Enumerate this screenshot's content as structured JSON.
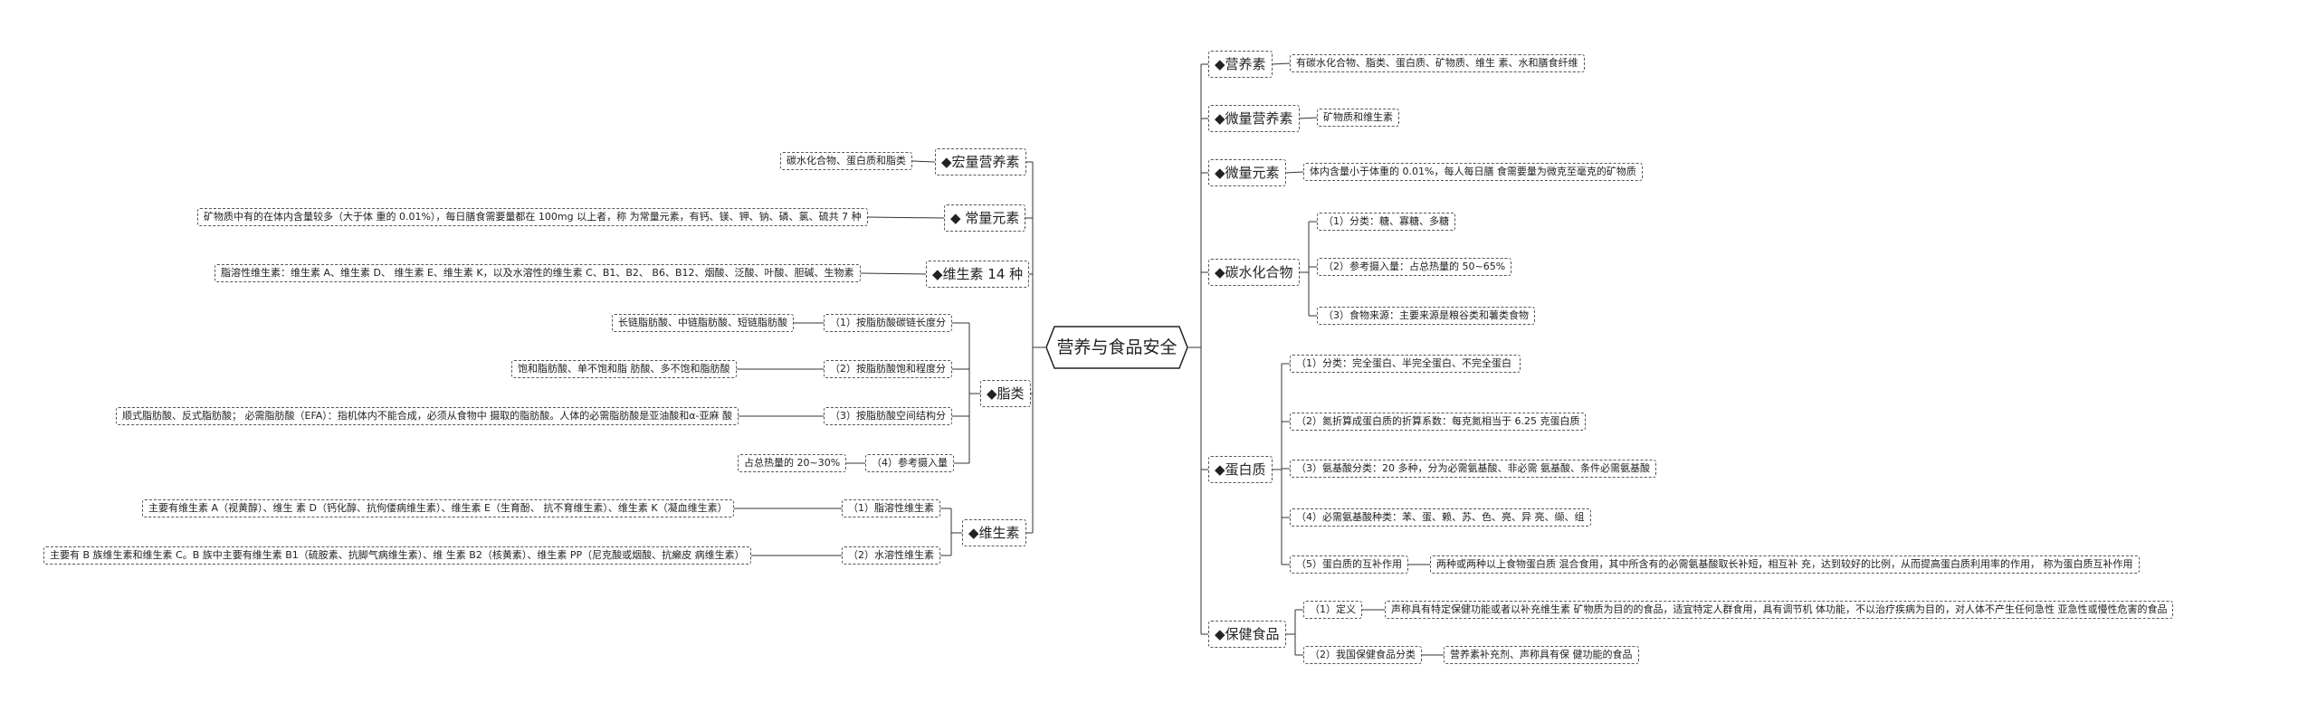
{
  "root": "营养与食品安全",
  "right": [
    {
      "label": "◆营养素",
      "children": [
        "有碳水化合物、脂类、蛋白质、矿物质、维生 素、水和膳食纤维"
      ]
    },
    {
      "label": "◆微量营养素",
      "children": [
        "矿物质和维生素"
      ]
    },
    {
      "label": "◆微量元素",
      "children": [
        "体内含量小于体重的 0.01%，每人每日膳 食需要量为微克至毫克的矿物质"
      ]
    },
    {
      "label": "◆碳水化合物",
      "children": [
        "（1）分类：糖、寡糖、多糖",
        "（2）参考摄入量：占总热量的 50~65%",
        "（3）食物来源：主要来源是粮谷类和薯类食物"
      ]
    },
    {
      "label": "◆蛋白质",
      "children": [
        "（1）分类：完全蛋白、半完全蛋白、不完全蛋白",
        "（2）氮折算成蛋白质的折算系数：每克氮相当于 6.25 克蛋白质",
        "（3）氨基酸分类：20 多种，分为必需氨基酸、非必需 氨基酸、条件必需氨基酸",
        "（4）必需氨基酸种类：苯、蛋、赖、苏、色、亮、异 亮、缬、组",
        "（5）蛋白质的互补作用"
      ],
      "extra": "两种或两种以上食物蛋白质 混合食用，其中所含有的必需氨基酸取长补短，相互补 充，达到较好的比例，从而提高蛋白质利用率的作用， 称为蛋白质互补作用"
    },
    {
      "label": "◆保健食品",
      "children": [
        "（1）定义",
        "（2）我国保健食品分类"
      ],
      "details": [
        "声称具有特定保健功能或者以补充维生素 矿物质为目的的食品，适宜特定人群食用，具有调节机 体功能，不以治疗疾病为目的，对人体不产生任何急性 亚急性或慢性危害的食品",
        "营养素补充剂、声称具有保 健功能的食品"
      ]
    }
  ],
  "left": [
    {
      "label": "◆宏量营养素",
      "children": [
        "碳水化合物、蛋白质和脂类"
      ]
    },
    {
      "label": "◆ 常量元素",
      "children": [
        "矿物质中有的在体内含量较多（大于体 重的 0.01%），每日膳食需要量都在 100mg 以上者，称 为常量元素，有钙、镁、钾、钠、磷、氯、硫共 7 种"
      ]
    },
    {
      "label": "◆维生素 14 种",
      "children": [
        "脂溶性维生素：维生素 A、维生素 D、 维生素 E、维生素 K，以及水溶性的维生素 C、B1、B2、 B6、B12、烟酸、泛酸、叶酸、胆碱、生物素"
      ]
    },
    {
      "label": "◆脂类",
      "children": [
        {
          "label": "（1）按脂肪酸碳链长度分",
          "detail": "长链脂肪酸、中链脂肪酸、短链脂肪酸"
        },
        {
          "label": "（2）按脂肪酸饱和程度分",
          "detail": "饱和脂肪酸、单不饱和脂 肪酸、多不饱和脂肪酸"
        },
        {
          "label": "（3）按脂肪酸空间结构分",
          "detail": "顺式脂肪酸、反式脂肪酸； 必需脂肪酸（EFA）：指机体内不能合成，必须从食物中 摄取的脂肪酸。人体的必需脂肪酸是亚油酸和α-亚麻 酸"
        },
        {
          "label": "（4）参考摄入量",
          "detail": "占总热量的 20~30%"
        }
      ]
    },
    {
      "label": "◆维生素",
      "children": [
        {
          "label": "（1）脂溶性维生素",
          "detail": "主要有维生素 A（视黄醇）、维生 素 D（钙化醇、抗佝偻病维生素）、维生素 E（生育酚、 抗不育维生素）、维生素 K（凝血维生素）"
        },
        {
          "label": "（2）水溶性维生素",
          "detail": "主要有 B 族维生素和维生素 C。B 族中主要有维生素 B1（硫胺素、抗脚气病维生素）、维 生素 B2（核黄素）、维生素 PP（尼克酸或烟酸、抗癞皮 病维生素）"
        }
      ]
    }
  ]
}
